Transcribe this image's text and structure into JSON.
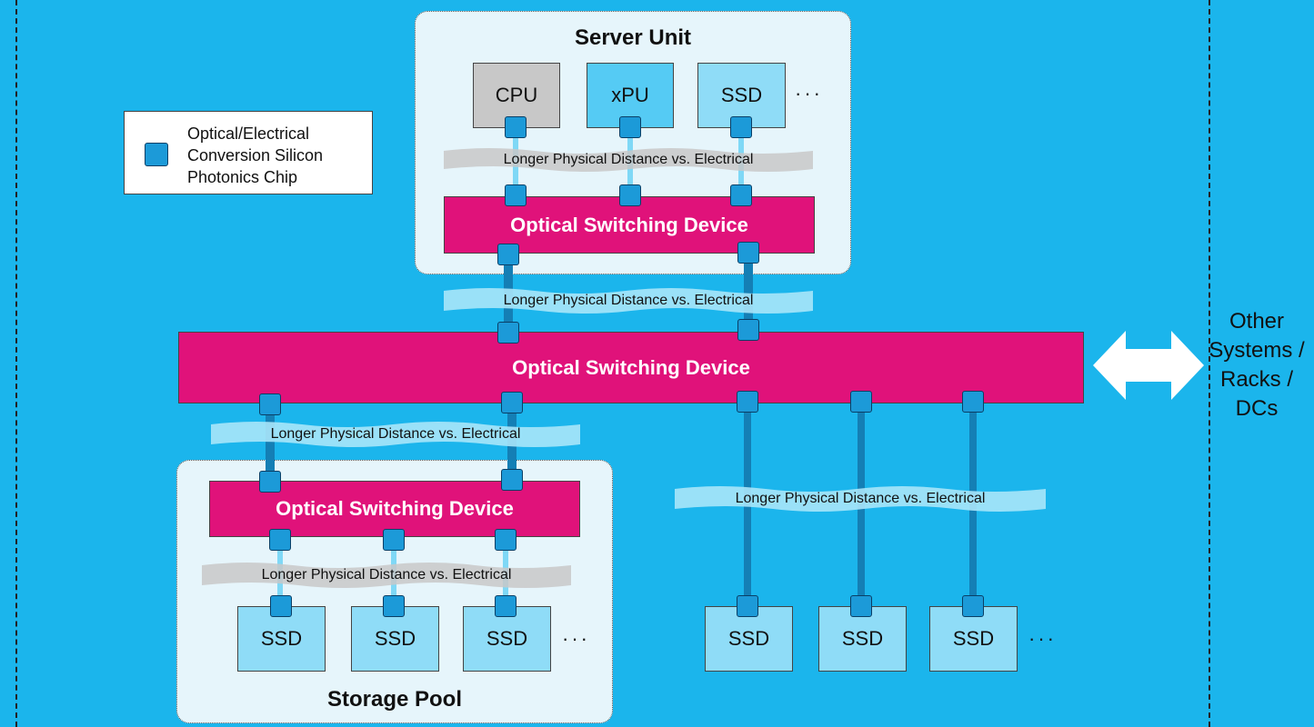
{
  "legend": {
    "text": "Optical/Electrical Conversion Silicon Photonics Chip"
  },
  "server_unit": {
    "title": "Server Unit",
    "cpu": "CPU",
    "xpu": "xPU",
    "ssd": "SSD",
    "ellipsis": "···",
    "band": "Longer Physical Distance vs. Electrical",
    "switch": "Optical Switching Device"
  },
  "main_band": "Longer Physical Distance vs. Electrical",
  "main_switch": "Optical Switching Device",
  "other_systems": "Other Systems / Racks / DCs",
  "storage_pool": {
    "title": "Storage Pool",
    "band_top": "Longer Physical Distance vs. Electrical",
    "switch": "Optical Switching Device",
    "band_bottom": "Longer Physical Distance vs. Electrical",
    "ssd": [
      "SSD",
      "SSD",
      "SSD"
    ],
    "ellipsis": "···"
  },
  "right_group": {
    "band": "Longer Physical Distance vs. Electrical",
    "ssd": [
      "SSD",
      "SSD",
      "SSD"
    ],
    "ellipsis": "···"
  },
  "colors": {
    "background": "#1bb5ec",
    "switch": "#e0127a",
    "chip": "#1c9ad8",
    "ssd": "#8fdcf7",
    "cpu": "#c8c8c8"
  }
}
